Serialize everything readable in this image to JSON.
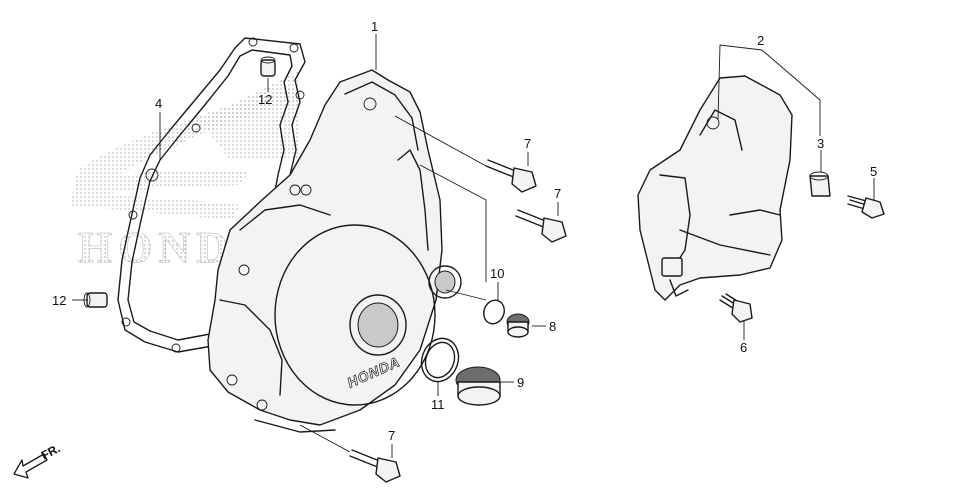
{
  "watermark": {
    "text": "HONDA"
  },
  "callouts": [
    {
      "id": "c1",
      "label": "1"
    },
    {
      "id": "c2",
      "label": "2"
    },
    {
      "id": "c3",
      "label": "3"
    },
    {
      "id": "c4",
      "label": "4"
    },
    {
      "id": "c5",
      "label": "5"
    },
    {
      "id": "c6",
      "label": "6"
    },
    {
      "id": "c7a",
      "label": "7"
    },
    {
      "id": "c7b",
      "label": "7"
    },
    {
      "id": "c7c",
      "label": "7"
    },
    {
      "id": "c8",
      "label": "8"
    },
    {
      "id": "c9",
      "label": "9"
    },
    {
      "id": "c10",
      "label": "10"
    },
    {
      "id": "c11",
      "label": "11"
    },
    {
      "id": "c12a",
      "label": "12"
    },
    {
      "id": "c12b",
      "label": "12"
    }
  ],
  "cover_emblem": {
    "text": "HONDA"
  },
  "front_indicator": {
    "text": "FR."
  }
}
